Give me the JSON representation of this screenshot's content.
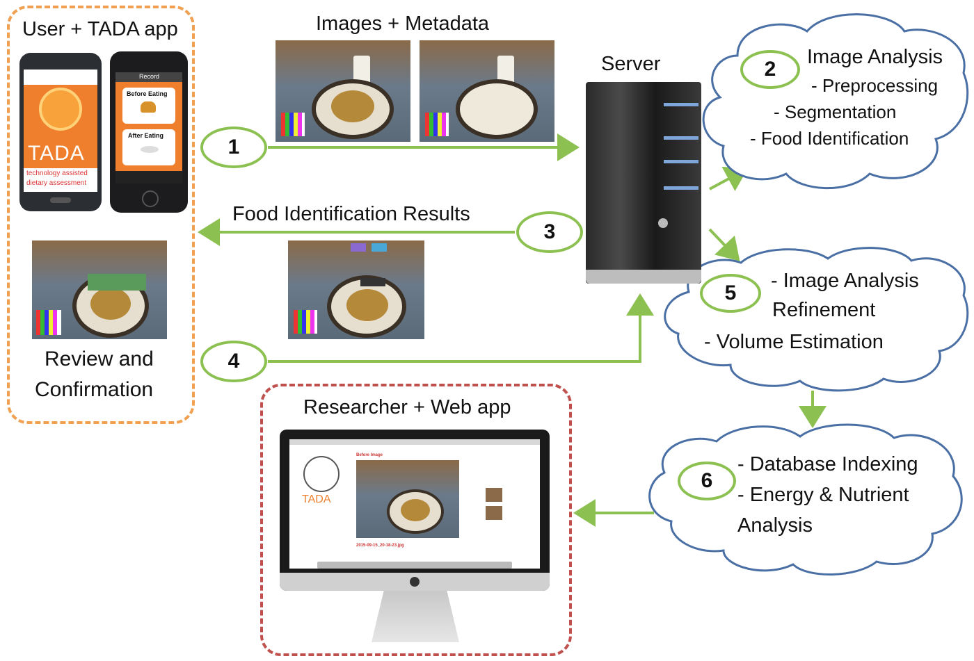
{
  "user_box": {
    "title": "User + TADA app",
    "review_line1": "Review and",
    "review_line2": "Confirmation"
  },
  "phone": {
    "logo_text": "TADA",
    "tagline1": "technology assisted",
    "tagline2": "dietary assessment",
    "record_title": "Record",
    "before_eating": "Before Eating",
    "after_eating": "After Eating"
  },
  "images_title": "Images + Metadata",
  "server_label": "Server",
  "results_label": "Food Identification Results",
  "researcher_title": "Researcher + Web app",
  "web_app": {
    "page_heading": "Before Image",
    "file_name": "2015-09-15_20-18-23.jpg"
  },
  "steps": [
    "1",
    "2",
    "3",
    "4",
    "5",
    "6"
  ],
  "cloud_image_analysis": {
    "title": "Image Analysis",
    "items": [
      "- Preprocessing",
      "- Segmentation",
      "- Food Identification"
    ]
  },
  "cloud_refinement": {
    "line1": "- Image Analysis",
    "line2": "Refinement",
    "line3": "- Volume Estimation"
  },
  "cloud_database": {
    "line1": "- Database Indexing",
    "line2": "- Energy & Nutrient",
    "line3": "Analysis"
  },
  "colors": {
    "arrow": "#8cc152",
    "orange_dash": "#f0a050",
    "red_dash": "#c0504d",
    "cloud_stroke": "#4a6fa5"
  }
}
